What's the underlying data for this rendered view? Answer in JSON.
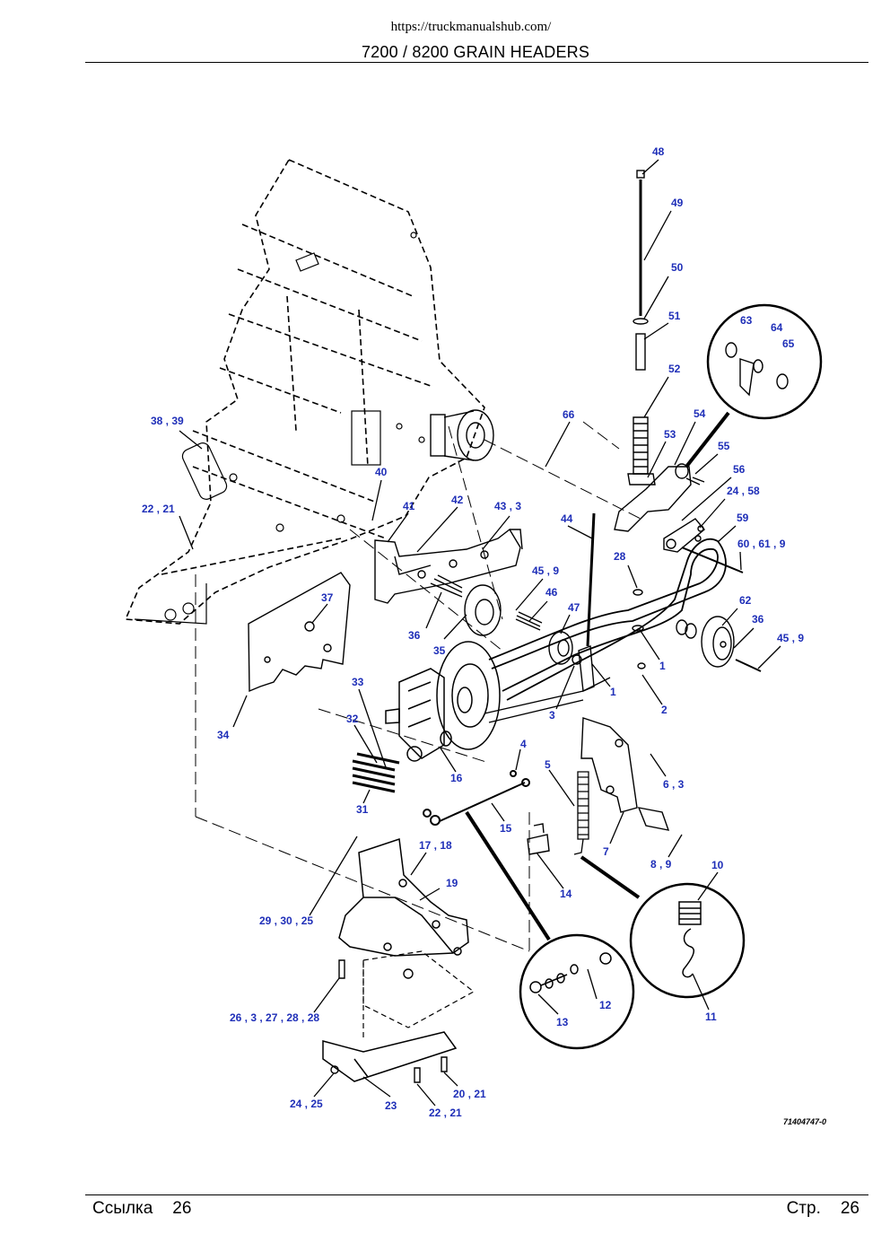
{
  "header": {
    "url": "https://truckmanualshub.com/",
    "title": "7200 / 8200 GRAIN HEADERS"
  },
  "diagram": {
    "figure_id": "71404747-0",
    "callouts": {
      "c48": "48",
      "c49": "49",
      "c50": "50",
      "c51": "51",
      "c52": "52",
      "c53": "53",
      "c54": "54",
      "c55": "55",
      "c56": "56",
      "c24_58": "24 , 58",
      "c59": "59",
      "c60_61_9": "60 , 61 , 9",
      "c62": "62",
      "c36r": "36",
      "c45_9r": "45 , 9",
      "c63": "63",
      "c64": "64",
      "c65": "65",
      "c66": "66",
      "c38_39": "38 , 39",
      "c40": "40",
      "c41": "41",
      "c42": "42",
      "c43_3": "43 , 3",
      "c44": "44",
      "c22_21": "22 , 21",
      "c28": "28",
      "c45_9": "45 , 9",
      "c46": "46",
      "c47": "47",
      "c37": "37",
      "c36": "36",
      "c35": "35",
      "c1a": "1",
      "c1b": "1",
      "c2": "2",
      "c3": "3",
      "c33": "33",
      "c32": "32",
      "c34": "34",
      "c16": "16",
      "c4": "4",
      "c5": "5",
      "c6_3": "6 , 3",
      "c31": "31",
      "c15": "15",
      "c7": "7",
      "c8_9": "8 , 9",
      "c17_18": "17 , 18",
      "c14": "14",
      "c10": "10",
      "c19": "19",
      "c29_30_25": "29 , 30 , 25",
      "c12": "12",
      "c13": "13",
      "c11": "11",
      "c26_3_27_28_28": "26 , 3 , 27 , 28 , 28",
      "c20_21": "20 , 21",
      "c24_25": "24 , 25",
      "c23": "23",
      "c22_21b": "22 , 21"
    }
  },
  "footer": {
    "left_label": "Ссылка",
    "left_number": "26",
    "right_label": "Стр.",
    "right_number": "26"
  }
}
